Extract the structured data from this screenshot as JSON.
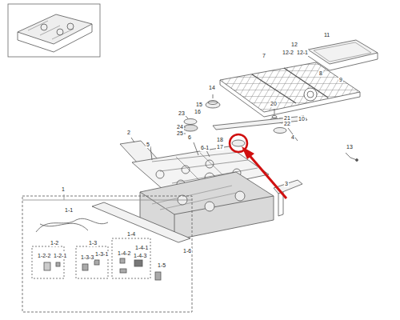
{
  "diagram": {
    "labels": [
      "11",
      "7",
      "12",
      "12-2",
      "12-1",
      "8",
      "9",
      "10",
      "14",
      "15",
      "16",
      "20",
      "21",
      "22",
      "23",
      "24",
      "25",
      "2",
      "6",
      "6-1",
      "5",
      "4",
      "18",
      "17",
      "13",
      "3",
      "1",
      "1-1",
      "1-2",
      "1-3",
      "1-4",
      "1-2-2",
      "1-2-1",
      "1-3-3",
      "1-3-1",
      "1-4-1",
      "1-4-2",
      "1-4-3",
      "1-5",
      "1-6"
    ]
  }
}
